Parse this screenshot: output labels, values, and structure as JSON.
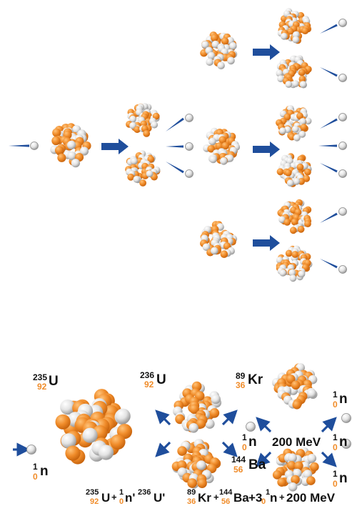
{
  "colors": {
    "orange": "#f08c2a",
    "white_ball": "#e6e6e6",
    "arrow": "#1f4e9c",
    "text": "#111111"
  },
  "reaction": {
    "uranium235": {
      "symbol": "U",
      "mass": "235",
      "atomic": "92"
    },
    "neutron": {
      "symbol": "n",
      "mass": "1",
      "atomic": "0"
    },
    "uranium236": {
      "symbol": "U",
      "mass": "236",
      "atomic": "92"
    },
    "krypton": {
      "symbol": "Kr",
      "mass": "89",
      "atomic": "36"
    },
    "barium": {
      "symbol": "Ba",
      "mass": "144",
      "atomic": "56"
    },
    "energy": "200 MeV"
  },
  "equation": {
    "u_mass": "235",
    "u_atomic": "92",
    "u_symbol": "U",
    "plus1": "+",
    "n_mass": "1",
    "n_atomic": "0",
    "n_symbol": "n'",
    "u236_mass": "236",
    "u236_symbol": "U'",
    "kr_mass": "89",
    "kr_atomic": "36",
    "kr_symbol": "Kr",
    "plus2": "+",
    "ba_mass": "144",
    "ba_atomic": "56",
    "ba_symbol": "Ba",
    "plus3": "+3",
    "n2_mass": "1",
    "n2_atomic": "0",
    "n2_symbol": "n",
    "plus4": "+",
    "energy": "200 MeV"
  }
}
